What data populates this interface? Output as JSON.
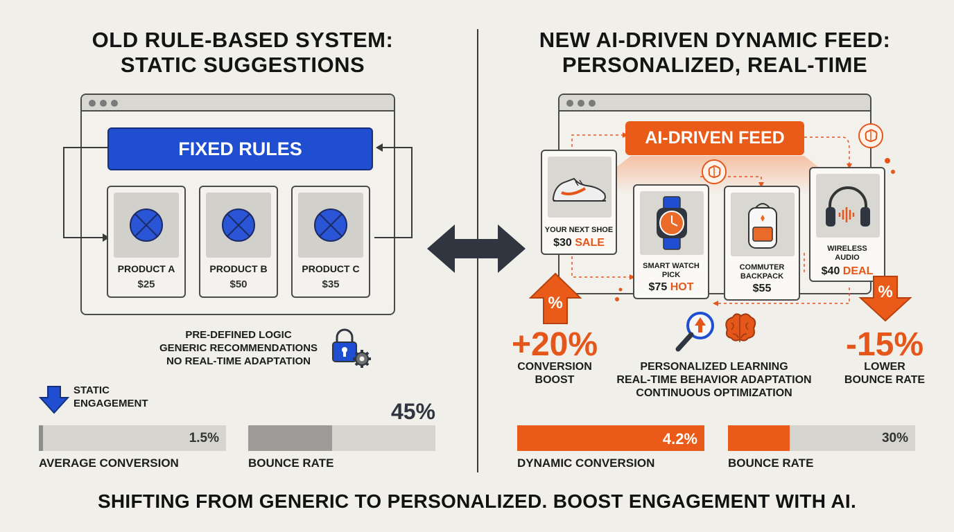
{
  "left": {
    "title_line1": "OLD RULE-BASED SYSTEM:",
    "title_line2": "STATIC SUGGESTIONS",
    "fixed_rules": "FIXED RULES",
    "products": [
      {
        "name": "PRODUCT A",
        "price": "$25"
      },
      {
        "name": "PRODUCT B",
        "price": "$50"
      },
      {
        "name": "PRODUCT C",
        "price": "$35"
      }
    ],
    "logic_lines": [
      "PRE-DEFINED LOGIC",
      "GENERIC RECOMMENDATIONS",
      "NO REAL-TIME ADAPTATION"
    ],
    "static_label_line1": "STATIC",
    "static_label_line2": "ENGAGEMENT",
    "conversion": {
      "label": "AVERAGE CONVERSION",
      "value": "1.5%",
      "fraction": 0.015
    },
    "bounce": {
      "label": "BOUNCE RATE",
      "value": "45%",
      "fraction": 0.45
    }
  },
  "right": {
    "title_line1": "NEW AI-DRIVEN DYNAMIC FEED:",
    "title_line2": "PERSONALIZED, REAL-TIME",
    "ai_feed": "AI-DRIVEN FEED",
    "products": [
      {
        "name_line1": "YOUR NEXT SHOE",
        "name_line2": "",
        "price": "$30",
        "tag": "SALE"
      },
      {
        "name_line1": "SMART WATCH",
        "name_line2": "PICK",
        "price": "$75",
        "tag": "HOT"
      },
      {
        "name_line1": "COMMUTER",
        "name_line2": "BACKPACK",
        "price": "$55",
        "tag": ""
      },
      {
        "name_line1": "WIRELESS",
        "name_line2": "AUDIO",
        "price": "$40",
        "tag": "DEAL"
      }
    ],
    "stat_up": {
      "value": "+20%",
      "line1": "CONVERSION",
      "line2": "BOOST",
      "badge": "%"
    },
    "stat_down": {
      "value": "-15%",
      "line1": "LOWER",
      "line2": "BOUNCE RATE",
      "badge": "%"
    },
    "learning_lines": [
      "PERSONALIZED LEARNING",
      "REAL-TIME BEHAVIOR ADAPTATION",
      "CONTINUOUS OPTIMIZATION"
    ],
    "conversion": {
      "label": "DYNAMIC CONVERSION",
      "value": "4.2%",
      "fraction": 1.0
    },
    "bounce": {
      "label": "BOUNCE RATE",
      "value": "30%",
      "fraction": 0.3
    }
  },
  "footer": "SHIFTING FROM GENERIC TO PERSONALIZED. BOOST ENGAGEMENT WITH AI.",
  "colors": {
    "blue": "#1f4fd0",
    "orange": "#ea5b19",
    "dark": "#2f3640"
  }
}
